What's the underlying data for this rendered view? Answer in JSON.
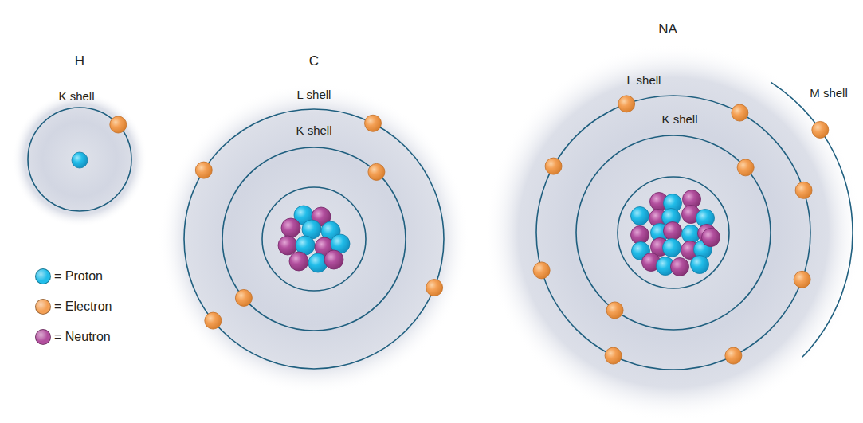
{
  "diagram": {
    "labels": [
      "H",
      "C",
      "NA",
      "K shell",
      "L shell",
      "K shell",
      "L shell",
      "K shell",
      "M shell"
    ],
    "legend": [
      {
        "text": "= Proton",
        "color": "#22bde9"
      },
      {
        "text": "= Electron",
        "color": "#f4a055"
      },
      {
        "text": "= Neutron",
        "color": "#b24f9e"
      }
    ]
  }
}
